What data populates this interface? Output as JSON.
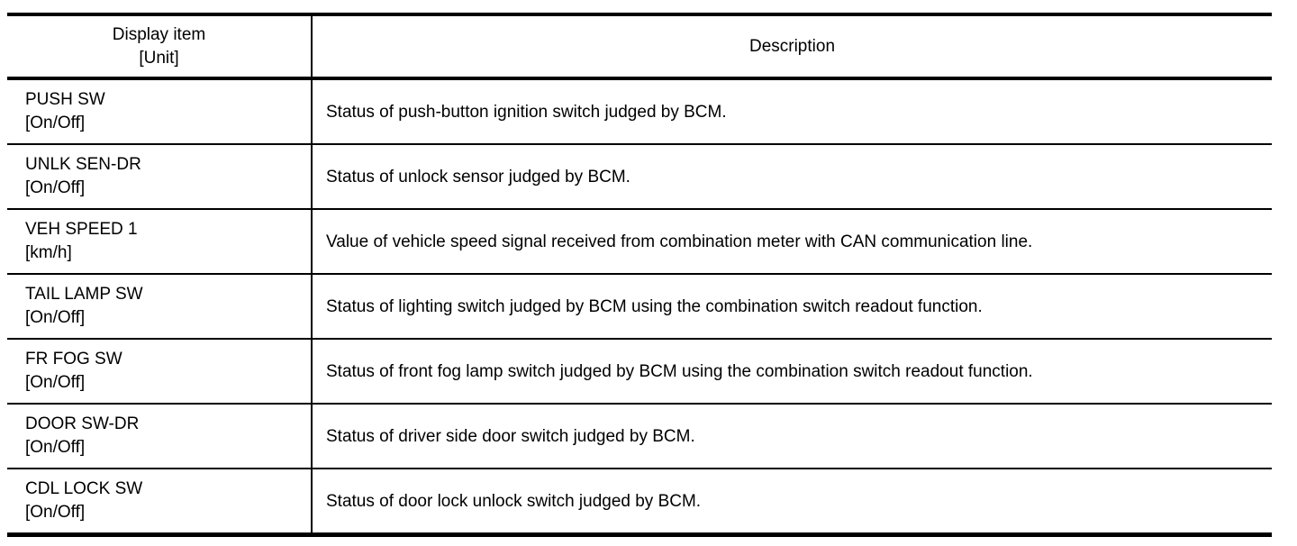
{
  "colors": {
    "border": "#000000",
    "background": "#ffffff",
    "text": "#000000"
  },
  "table": {
    "header": {
      "item_col_line1": "Display item",
      "item_col_line2": "[Unit]",
      "description_col": "Description"
    },
    "rows": [
      {
        "item": "PUSH SW",
        "unit": "[On/Off]",
        "description": "Status of push-button ignition switch judged by BCM."
      },
      {
        "item": "UNLK SEN-DR",
        "unit": "[On/Off]",
        "description": "Status of unlock sensor judged by BCM."
      },
      {
        "item": "VEH SPEED 1",
        "unit": "[km/h]",
        "description": "Value of vehicle speed signal received from combination meter with CAN communication line."
      },
      {
        "item": "TAIL LAMP SW",
        "unit": "[On/Off]",
        "description": "Status of lighting switch judged by BCM using the combination switch readout function."
      },
      {
        "item": "FR FOG SW",
        "unit": "[On/Off]",
        "description": "Status of front fog lamp switch judged by BCM using the combination switch readout function."
      },
      {
        "item": "DOOR SW-DR",
        "unit": "[On/Off]",
        "description": "Status of driver side door switch judged by BCM."
      },
      {
        "item": "CDL LOCK SW",
        "unit": "[On/Off]",
        "description": "Status of door lock unlock switch judged by BCM."
      }
    ]
  }
}
